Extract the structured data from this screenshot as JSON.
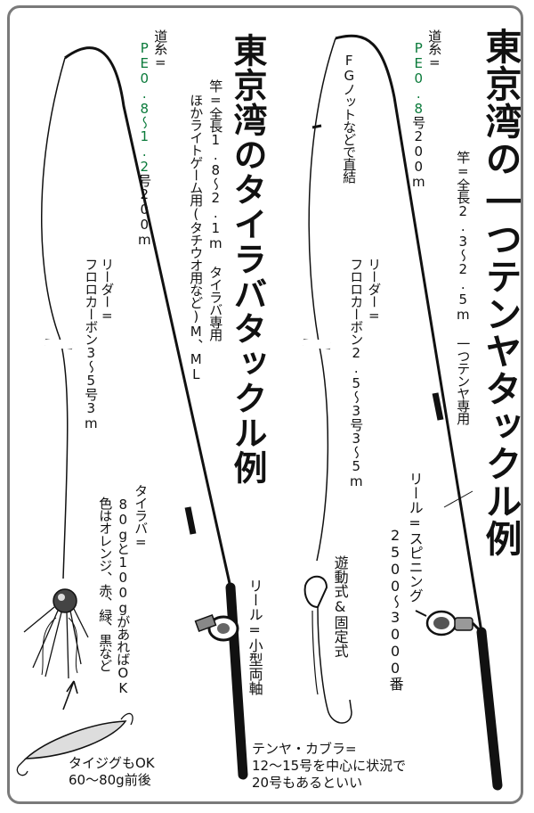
{
  "left": {
    "title": "東京湾のタイラバタックル例",
    "line_label": "道糸=",
    "line_spec_green": "PE0.8〜1.2",
    "line_spec_tail": "号200m",
    "rod_line1": "竿=全長1.8〜2.1m タイラバ専用",
    "rod_line2": "ほかライトゲーム用(タチウオ用など)M、ML",
    "leader": "リーダー=",
    "leader_spec": "フロロカーボン3〜5号3m",
    "reel": "リール=小型両軸",
    "tairaba_1": "タイラバ=",
    "tairaba_2": "80gと100gがあればOK",
    "tairaba_3": "色はオレンジ、赤、緑、黒など",
    "jig_1": "タイジグもOK",
    "jig_2": "60〜80g前後"
  },
  "right": {
    "title_top": "東京湾の",
    "title_bottom": "一つテンヤタックル例",
    "line_label": "道糸=",
    "line_spec_green": "PE0.8",
    "line_spec_tail": "号200m",
    "knot": "FGノットなどで直結",
    "rod": "竿=全長2.3〜2.5m 一つテンヤ専用",
    "leader": "リーダー=",
    "leader_spec": "フロロカーボン2.5〜3号3〜5m",
    "reel": "リール=スピニング",
    "reel_size": "2500〜3000番",
    "tenya_type": "遊動式&固定式",
    "tenya_1": "テンヤ・カブラ=",
    "tenya_2": "12〜15号を中心に状況で",
    "tenya_3": "20号もあるといい"
  },
  "colors": {
    "border": "#7a7a7a",
    "accent_green": "#0a7a3a",
    "ink": "#111111"
  }
}
